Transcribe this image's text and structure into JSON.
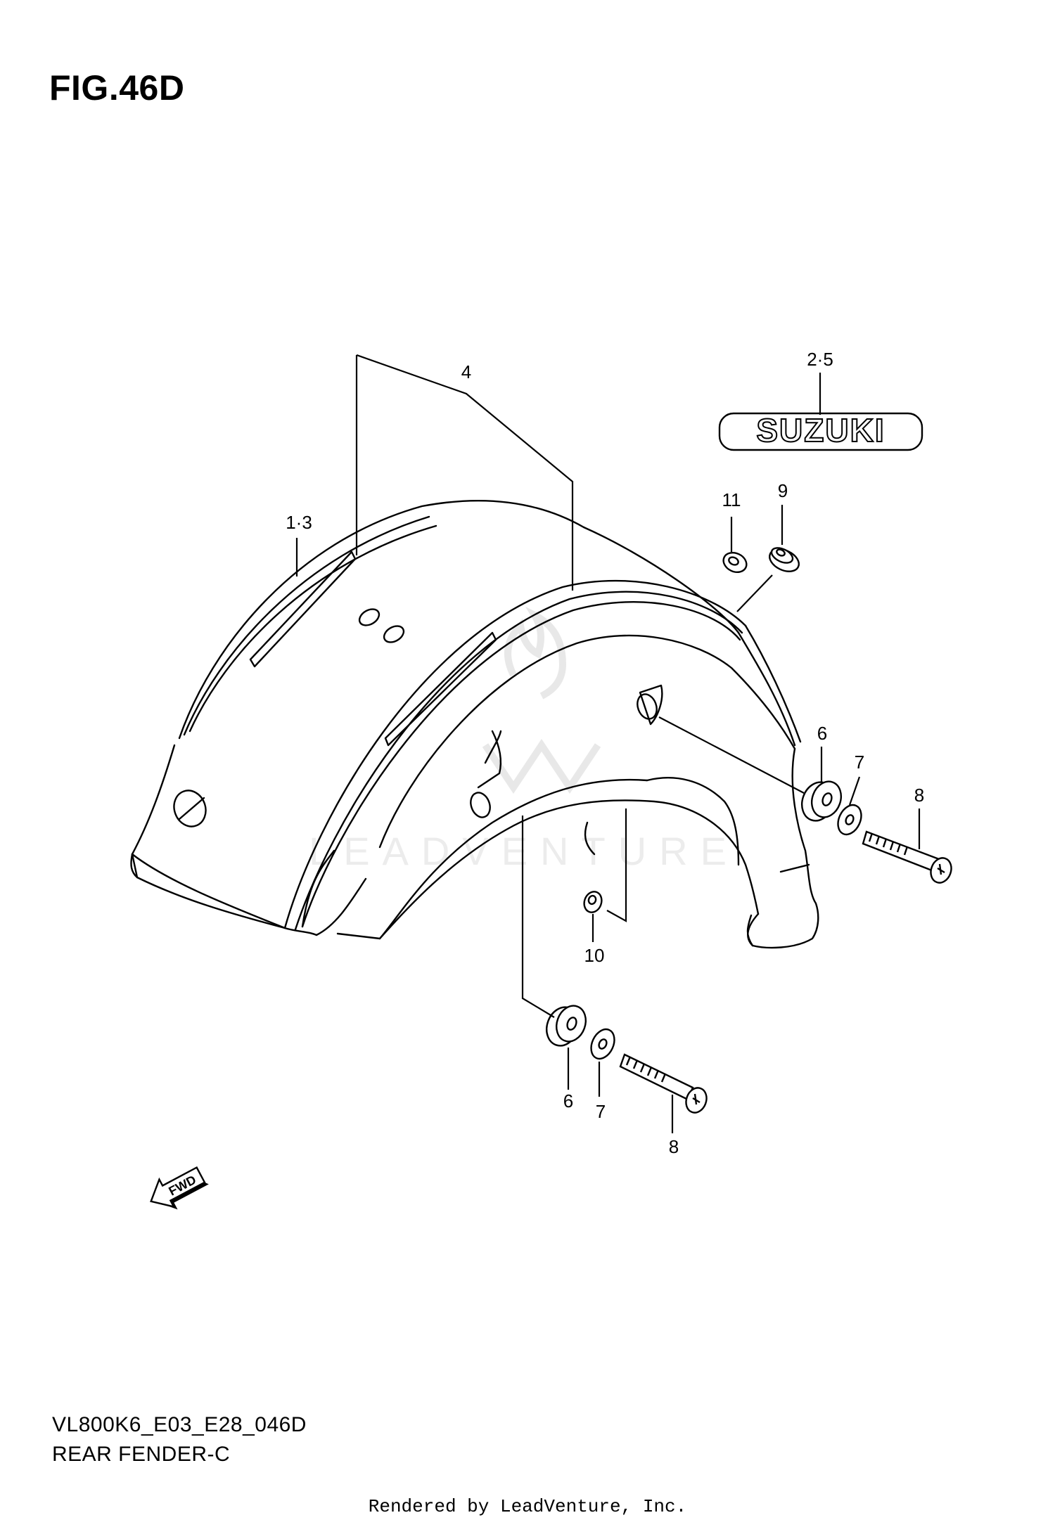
{
  "figure": {
    "title": "FIG.46D"
  },
  "footer": {
    "code": "VL800K6_E03_E28_046D",
    "name": "REAR FENDER-C",
    "rendered_by": "Rendered by LeadVenture, Inc."
  },
  "watermark": {
    "text": "LEADVENTURE"
  },
  "emblem": {
    "text": "SUZUKI"
  },
  "fwd_badge": {
    "text": "FWD"
  },
  "callouts": {
    "fender": "1·3",
    "emblem": "2·5",
    "tape": "4",
    "cushion_right": "6",
    "washer_right": "7",
    "bolt_right": "8",
    "grommet_9": "9",
    "nut_10": "10",
    "grommet_11": "11",
    "cushion_bottom": "6",
    "washer_bottom": "7",
    "bolt_bottom": "8"
  },
  "colors": {
    "line": "#000000",
    "background": "#ffffff",
    "watermark": "#e6e6e6"
  }
}
